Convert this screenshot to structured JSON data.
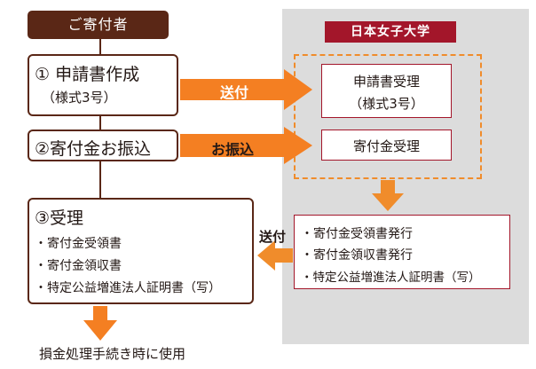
{
  "header": {
    "donor_label": "ご寄付者",
    "university_label": "日本女子大学"
  },
  "donor_steps": {
    "step1": {
      "title": "① 申請書作成",
      "subtitle": "（様式3号）"
    },
    "step2": {
      "title": "②寄付金お振込"
    },
    "step3": {
      "title": "③受理",
      "items": [
        "・寄付金受領書",
        "・寄付金領収書",
        "・特定公益増進法人証明書（写）"
      ]
    }
  },
  "university_steps": {
    "receive_application": {
      "title": "申請書受理",
      "subtitle": "（様式3号）"
    },
    "receive_donation": {
      "title": "寄付金受理"
    },
    "issue_documents": {
      "items": [
        "・寄付金受領書発行",
        "・寄付金領収書発行",
        "・特定公益増進法人証明書（写）"
      ]
    }
  },
  "arrows": {
    "send": "送付",
    "transfer": "お振込",
    "send_back": "送付"
  },
  "footer": {
    "note": "損金処理手続き時に使用"
  },
  "colors": {
    "brown": "#5a2716",
    "red": "#a3162a",
    "orange": "#f08c2b",
    "arrow_orange": "#f47f22",
    "panel_gray": "#dcdcdc"
  }
}
